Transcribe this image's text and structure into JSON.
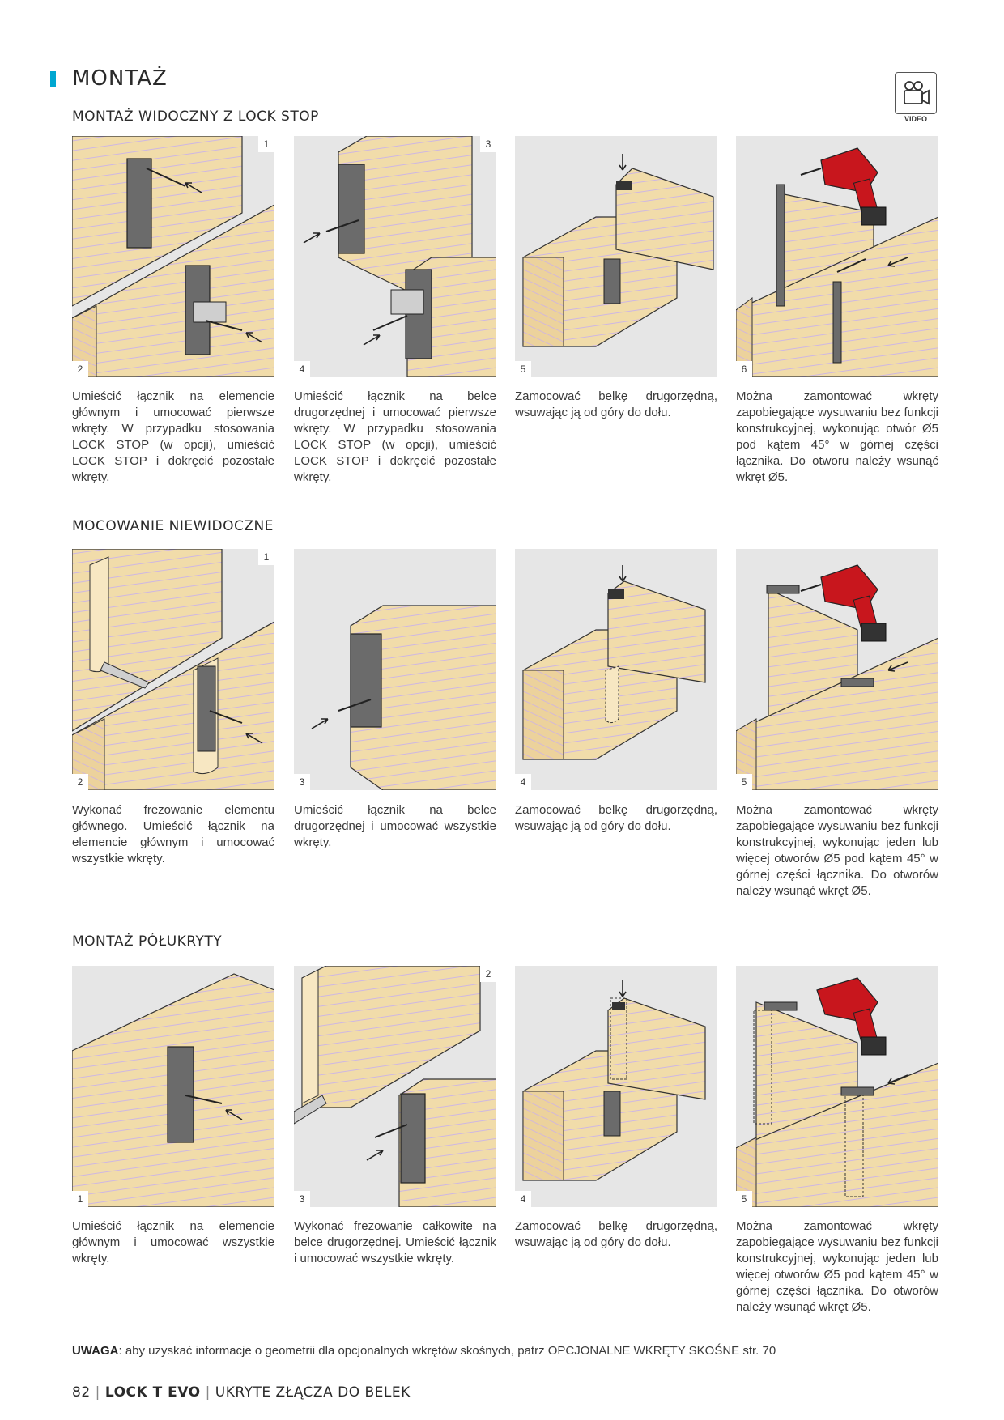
{
  "header": {
    "title": "MONTAŻ",
    "video_label": "VIDEO",
    "video_icon": "video-camera-icon",
    "accent": "#00a7d1"
  },
  "sections": [
    {
      "title": "MONTAŻ WIDOCZNY Z LOCK STOP",
      "steps": [
        {
          "numbers": [
            "1",
            "2"
          ],
          "text": "Umieścić łącznik na elemencie głównym i umocować pierwsze wkręty. W przypadku stosowania LOCK STOP (w opcji), umieścić LOCK STOP i dokręcić pozostałe wkręty."
        },
        {
          "numbers": [
            "3",
            "4"
          ],
          "text": "Umieścić łącznik na belce drugorzędnej i umocować pierwsze wkręty. W przypadku stosowania LOCK STOP (w opcji), umieścić LOCK STOP i dokręcić pozostałe wkręty."
        },
        {
          "numbers": [
            "5"
          ],
          "text": "Zamocować belkę drugorzędną, wsuwając ją od góry do dołu."
        },
        {
          "numbers": [
            "6"
          ],
          "text": "Można zamontować wkręty zapobiegające wysuwaniu bez funkcji konstrukcyjnej, wykonując otwór Ø5 pod kątem 45° w górnej części łącznika. Do otworu należy wsunąć wkręt Ø5."
        }
      ]
    },
    {
      "title": "MOCOWANIE NIEWIDOCZNE",
      "steps": [
        {
          "numbers": [
            "1",
            "2"
          ],
          "text": "Wykonać frezowanie elementu głównego. Umieścić łącznik na elemencie głównym i umocować wszystkie wkręty."
        },
        {
          "numbers": [
            "3"
          ],
          "text": "Umieścić łącznik na belce drugorzędnej i umocować wszystkie wkręty."
        },
        {
          "numbers": [
            "4"
          ],
          "text": "Zamocować belkę drugorzędną, wsuwając ją od góry do dołu."
        },
        {
          "numbers": [
            "5"
          ],
          "text": "Można zamontować wkręty zapobiegające wysuwaniu bez funkcji konstrukcyjnej, wykonując jeden lub więcej otworów Ø5 pod kątem 45° w górnej części łącznika. Do otworów należy wsunąć wkręt Ø5."
        }
      ]
    },
    {
      "title": "MONTAŻ PÓŁUKRYTY",
      "steps": [
        {
          "numbers": [
            "1"
          ],
          "text": "Umieścić łącznik na elemencie głównym i umocować wszystkie wkręty."
        },
        {
          "numbers": [
            "2",
            "3"
          ],
          "text": "Wykonać frezowanie całkowite na belce drugorzędnej. Umieścić łącznik i umocować wszystkie wkręty."
        },
        {
          "numbers": [
            "4"
          ],
          "text": "Zamocować belkę drugorzędną, wsuwając ją od góry do dołu."
        },
        {
          "numbers": [
            "5"
          ],
          "text": "Można zamontować wkręty zapobiegające wysuwaniu bez funkcji konstrukcyjnej, wykonując jeden lub więcej otworów Ø5 pod kątem 45° w górnej części łącznika. Do otworów należy wsunąć wkręt Ø5."
        }
      ]
    }
  ],
  "note": {
    "label": "UWAGA",
    "text": ": aby uzyskać informacje o geometrii dla opcjonalnych wkrętów skośnych, patrz OPCJONALNE WKRĘTY SKOŚNE str. 70"
  },
  "footer": {
    "page": "82",
    "product": "LOCK T EVO",
    "category": "UKRYTE ZŁĄCZA DO BELEK"
  },
  "colors": {
    "wood": "#f1dcaa",
    "wood_dark": "#e3c58a",
    "steel": "#6b6b6b",
    "panel_bg": "#e6e6e6",
    "drill": "#c8161d"
  }
}
